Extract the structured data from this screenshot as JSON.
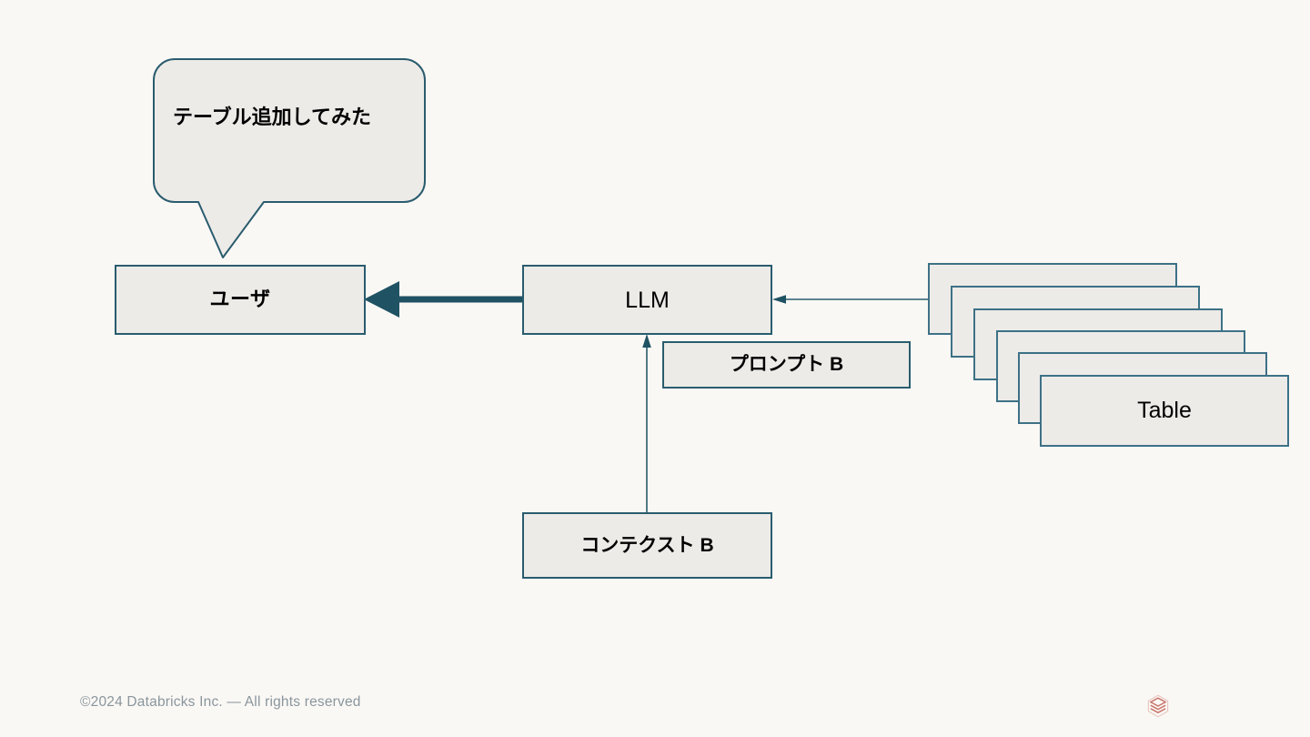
{
  "slide": {
    "background_color": "#faf8f5",
    "box_fill_color": "#edebe8",
    "box_border_color": "#2a5c6e",
    "accent_color": "#1f5263",
    "logo_color": "#c9756a"
  },
  "bubble": {
    "text": "テーブル追加してみた"
  },
  "nodes": {
    "user": {
      "label": "ユーザ"
    },
    "llm": {
      "label": "LLM"
    },
    "prompt": {
      "label": "プロンプト B"
    },
    "context": {
      "label": "コンテクスト B"
    }
  },
  "table_stack": {
    "count": 6,
    "front_label": "Table",
    "cards": [
      {
        "label": ""
      },
      {
        "label": ""
      },
      {
        "label": ""
      },
      {
        "label": ""
      },
      {
        "label": ""
      },
      {
        "label": "Table"
      }
    ]
  },
  "connectors": [
    {
      "name": "llm-to-user",
      "from": "llm",
      "to": "user",
      "style": "thick-arrow"
    },
    {
      "name": "tables-to-llm",
      "from": "table-stack",
      "to": "llm",
      "style": "thin-arrow"
    },
    {
      "name": "context-to-llm",
      "from": "context",
      "to": "llm",
      "style": "thin-arrow"
    }
  ],
  "footer": {
    "copyright": "©2024 Databricks Inc. — All rights reserved",
    "logo_name": "databricks-logo"
  }
}
